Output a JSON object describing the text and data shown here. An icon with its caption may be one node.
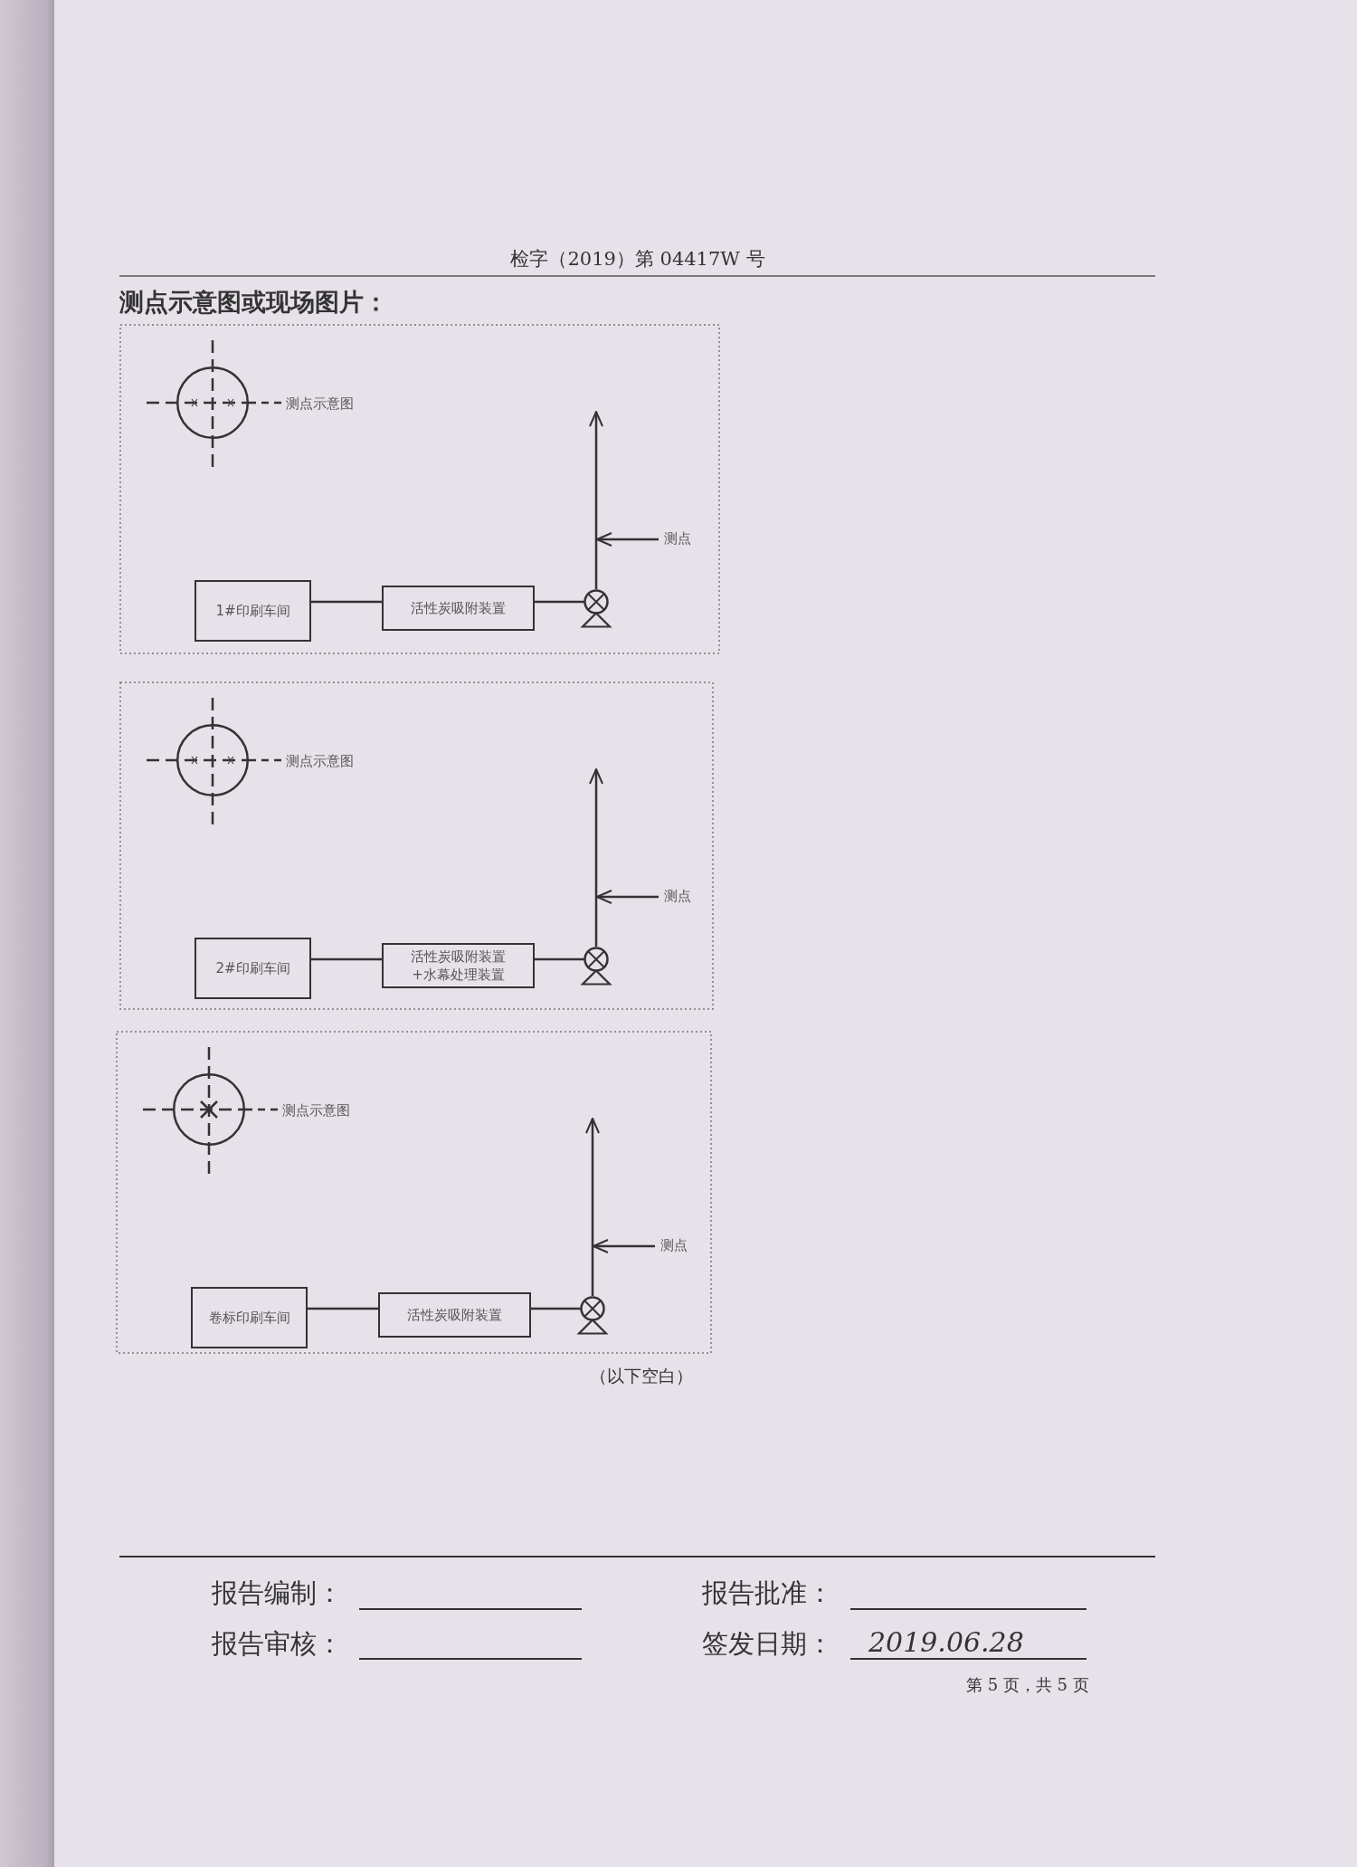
{
  "diagram": {
    "title": "测点示意图或现场图片：",
    "nodes": [
      {
        "text": [],
        "shape": "circle"
      },
      {
        "text": [
          "测点示意图"
        ]
      },
      {
        "text": [
          "1#印刷车间"
        ]
      },
      {
        "text": [
          "活性炭吸附装置"
        ]
      },
      {
        "text": [],
        "shape": "valve"
      },
      {
        "text": [
          "测点"
        ]
      },
      {
        "text": [],
        "shape": "circle"
      },
      {
        "text": [
          "测点示意图"
        ]
      },
      {
        "text": [
          "2#印刷车间"
        ]
      },
      {
        "text": [
          "活性炭吸附装置+水幕处理装置"
        ]
      },
      {
        "text": [],
        "shape": "valve"
      },
      {
        "text": [
          "测点"
        ]
      },
      {
        "text": [],
        "shape": "circle"
      },
      {
        "text": [
          "测点示意图"
        ]
      },
      {
        "text": [
          "卷标印刷车间"
        ]
      },
      {
        "text": [
          "活性炭吸附装置"
        ]
      },
      {
        "text": [],
        "shape": "valve"
      },
      {
        "text": [
          "测点"
        ]
      }
    ],
    "edges": [
      {
        "from": 1,
        "to": 0,
        "arrow": "none",
        "style": "dashed"
      },
      {
        "from": 2,
        "to": 3,
        "arrow": "none"
      },
      {
        "from": 3,
        "to": 4,
        "arrow": "none"
      },
      {
        "from": 4,
        "to": null,
        "arrow": "to"
      },
      {
        "from": 5,
        "to": null,
        "arrow": "to"
      },
      {
        "from": 7,
        "to": 6,
        "arrow": "none",
        "style": "dashed"
      },
      {
        "from": 8,
        "to": 9,
        "arrow": "none"
      },
      {
        "from": 9,
        "to": 10,
        "arrow": "none"
      },
      {
        "from": 10,
        "to": null,
        "arrow": "to"
      },
      {
        "from": 11,
        "to": null,
        "arrow": "to"
      },
      {
        "from": 13,
        "to": 12,
        "arrow": "none",
        "style": "dashed"
      },
      {
        "from": 14,
        "to": 15,
        "arrow": "none"
      },
      {
        "from": 15,
        "to": 16,
        "arrow": "none"
      },
      {
        "from": 16,
        "to": null,
        "arrow": "to"
      },
      {
        "from": 17,
        "to": null,
        "arrow": "to"
      }
    ],
    "labels": [
      "检字（2019）第 04417W 号",
      "（以下空白）",
      "报告编制：",
      "报告批准：",
      "报告审核：",
      "签发日期：",
      "2019.06.28",
      "第 5 页，共 5 页"
    ]
  }
}
